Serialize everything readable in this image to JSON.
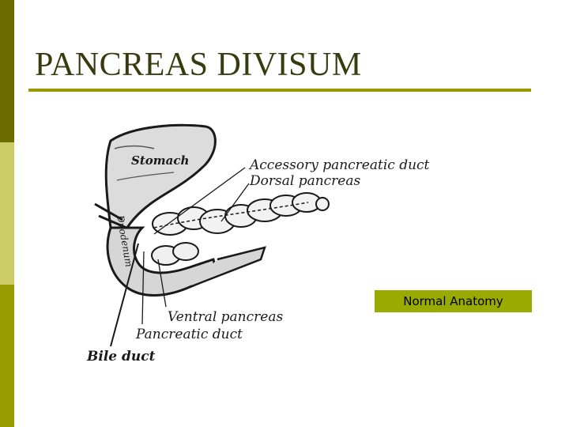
{
  "slide": {
    "title": "PANCREAS DIVISUM",
    "caption": "Normal Anatomy"
  },
  "figure": {
    "labels": {
      "stomach": "Stomach",
      "duodenum": "Duodenum",
      "accessory_duct": "Accessory pancreatic duct",
      "dorsal_pancreas": "Dorsal pancreas",
      "ventral_pancreas": "Ventral pancreas",
      "pancreatic_duct": "Pancreatic duct",
      "bile_duct": "Bile duct"
    }
  },
  "colors": {
    "sidebar_top": "#6b6b00",
    "sidebar_mid": "#cccc66",
    "sidebar_bottom": "#999900",
    "accent_rule": "#999900",
    "caption_bg": "#99aa00",
    "ink": "#1a1a1a"
  }
}
